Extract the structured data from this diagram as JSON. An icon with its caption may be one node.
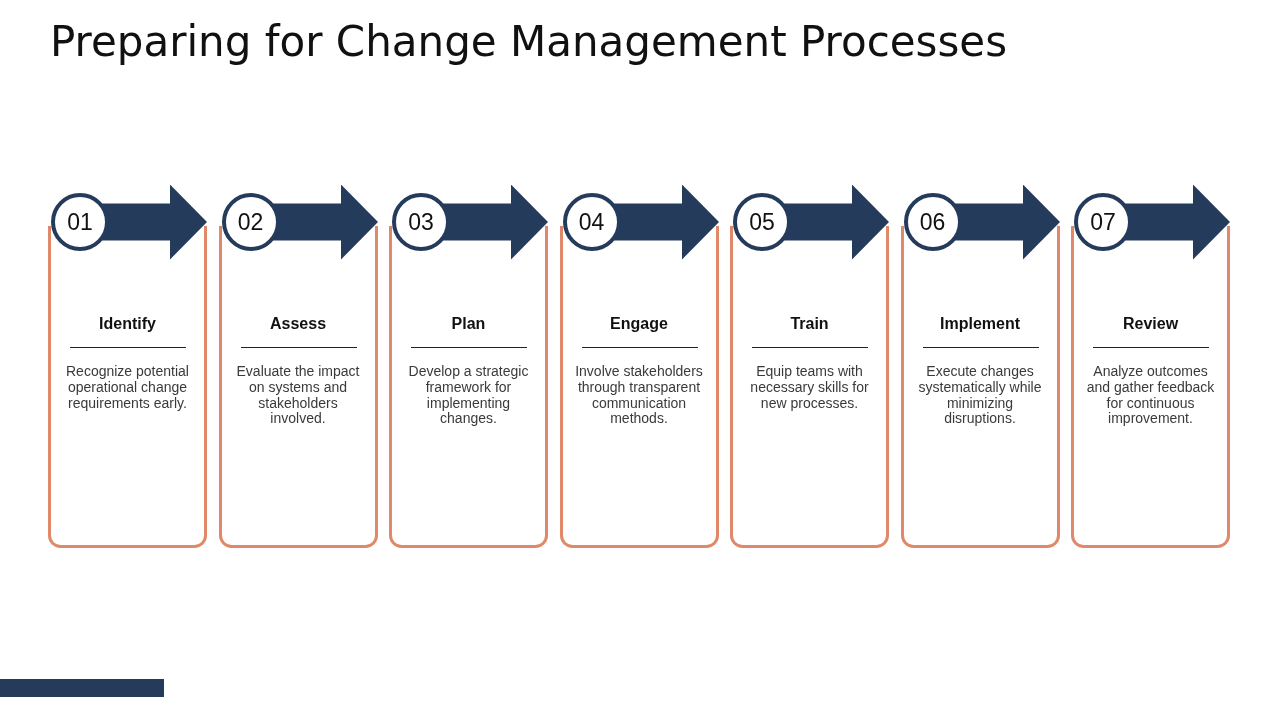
{
  "diagram": {
    "title": "Preparing for Change Management Processes",
    "nodes": [
      {
        "text": [
          "Identify",
          "Recognize potential operational change requirements early."
        ]
      },
      {
        "text": [
          "01"
        ],
        "in": 0
      },
      {
        "text": [
          "Assess",
          "Evaluate the impact on systems and stakeholders involved."
        ]
      },
      {
        "text": [
          "02"
        ],
        "in": 2
      },
      {
        "text": [
          "Plan",
          "Develop a strategic framework for implementing changes."
        ]
      },
      {
        "text": [
          "03"
        ],
        "in": 4
      },
      {
        "text": [
          "Engage",
          "Involve stakeholders through transparent communication methods."
        ]
      },
      {
        "text": [
          "04"
        ],
        "in": 6
      },
      {
        "text": [
          "Train",
          "Equip teams with necessary skills for new processes."
        ]
      },
      {
        "text": [
          "05"
        ],
        "in": 8
      },
      {
        "text": [
          "Implement",
          "Execute changes systematically while minimizing disruptions."
        ]
      },
      {
        "text": [
          "06"
        ],
        "in": 10
      },
      {
        "text": [
          "Review",
          "Analyze outcomes and gather feedback for continuous improvement."
        ]
      },
      {
        "text": [
          "07"
        ],
        "in": 12
      }
    ],
    "edges": [
      {
        "from": 1,
        "to": 0,
        "arrow": "to"
      },
      {
        "from": 3,
        "to": 2,
        "arrow": "to"
      },
      {
        "from": 5,
        "to": 4,
        "arrow": "to"
      },
      {
        "from": 7,
        "to": 6,
        "arrow": "to"
      },
      {
        "from": 9,
        "to": 8,
        "arrow": "to"
      },
      {
        "from": 11,
        "to": 10,
        "arrow": "to"
      },
      {
        "from": 13,
        "to": 12,
        "arrow": "to"
      }
    ]
  }
}
